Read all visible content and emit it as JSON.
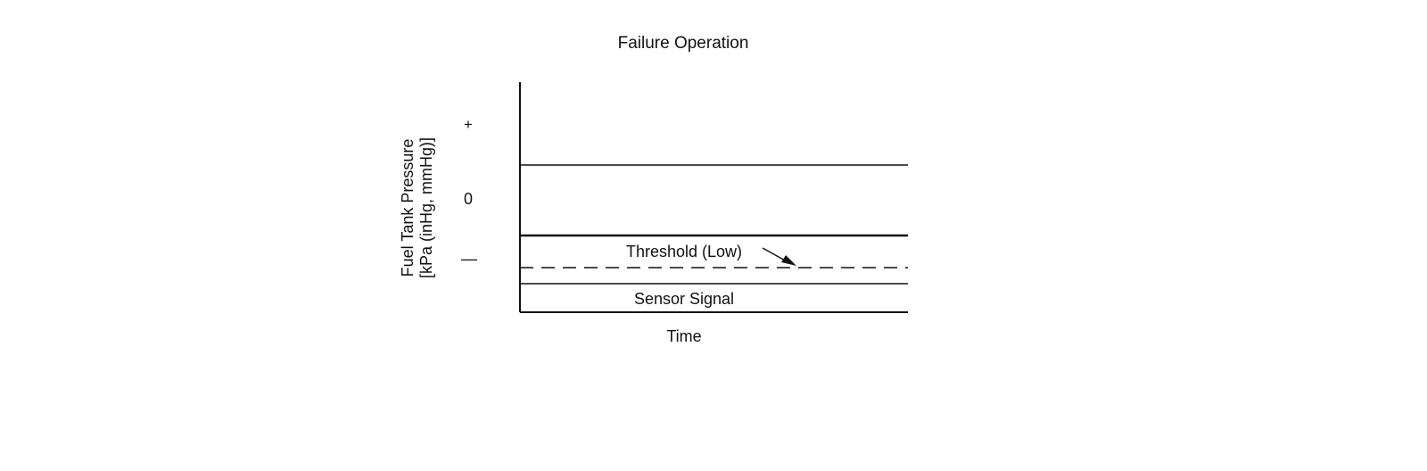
{
  "title": "Failure Operation",
  "y_axis": {
    "label_line1": "Fuel Tank Pressure",
    "label_line2": "[kPa (inHg, mmHg)]",
    "ticks": [
      "+",
      "0",
      "—"
    ]
  },
  "x_axis": {
    "label": "Time"
  },
  "labels": {
    "threshold": "Threshold (Low)",
    "sensor_signal": "Sensor Signal"
  },
  "colors": {
    "ink": "#111111",
    "background": "#ffffff"
  }
}
